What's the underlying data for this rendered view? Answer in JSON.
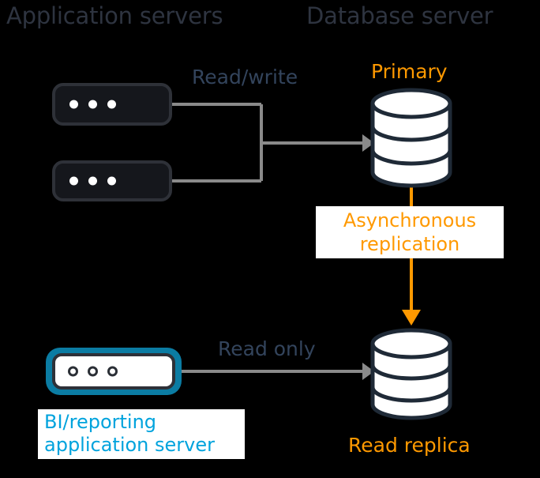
{
  "diagram": {
    "title_left": "Application servers",
    "title_right": "Database server",
    "background": "#000000",
    "colors": {
      "header_text": "#2e3440",
      "label_text": "#33445c",
      "orange": "#ff9900",
      "cyan": "#00a3dd",
      "teal_ring": "#0b7ca3",
      "cylinder_stroke": "#1f2a37",
      "cylinder_fill": "#ffffff",
      "connector_gray": "#8a8a8a",
      "server_fill": "#15171c",
      "server_stroke": "#2e3138"
    }
  },
  "headers": {
    "application_servers": "Application servers",
    "database_server": "Database server"
  },
  "nodes": {
    "app_server_1": {
      "name": "Application server",
      "dots": 3
    },
    "app_server_2": {
      "name": "Application server",
      "dots": 3
    },
    "bi_server": {
      "name": "BI/reporting application server",
      "dots": 3,
      "label": "BI/reporting\napplication server",
      "label_line1": "BI/reporting",
      "label_line2": "application server"
    },
    "primary_db": {
      "label": "Primary",
      "type": "database-cylinder"
    },
    "read_replica": {
      "label": "Read replica",
      "type": "database-cylinder"
    }
  },
  "connections": {
    "read_write": {
      "label": "Read/write",
      "from": "application servers",
      "to": "Primary",
      "style": "gray-arrow"
    },
    "read_only": {
      "label": "Read only",
      "from": "BI/reporting application server",
      "to": "Read replica",
      "style": "gray-arrow"
    },
    "replication": {
      "label_line1": "Asynchronous",
      "label_line2": "replication",
      "from": "Primary",
      "to": "Read replica",
      "style": "orange-arrow"
    }
  }
}
